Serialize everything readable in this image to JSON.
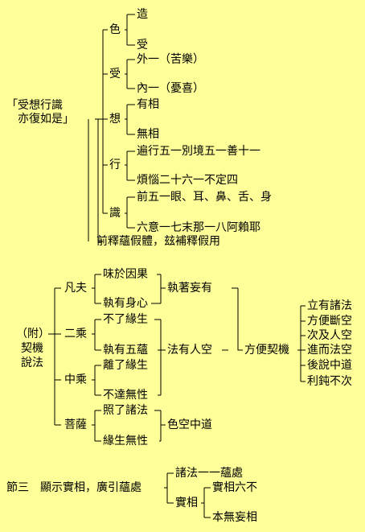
{
  "section1": {
    "root": [
      "「受想行識",
      "亦復如是」"
    ],
    "skandhas": {
      "rupa": {
        "label": "色",
        "items": [
          "造",
          "受"
        ]
      },
      "vedana": {
        "label": "受",
        "items": [
          "外一（苦樂）",
          "內一（憂喜）"
        ]
      },
      "samjna": {
        "label": "想",
        "items": [
          "有相",
          "無相"
        ]
      },
      "samskara": {
        "label": "行",
        "items": [
          "遍行五一別境五一善十一",
          "煩惱二十六一不定四"
        ]
      },
      "vijnana": {
        "label": "識",
        "items": [
          "前五一眼、耳、鼻、舌、身",
          "六意一七末那一八阿賴耶"
        ]
      }
    },
    "footer": "前釋蘊假體，玆補釋假用"
  },
  "section2": {
    "root": [
      "（附）",
      "契機",
      "說法"
    ],
    "vehicles": {
      "fanfu": {
        "label": "凡夫",
        "items": [
          "味於因果",
          "執有身心"
        ]
      },
      "erchen": {
        "label": "二乘",
        "items": [
          "不了緣生",
          "執有五蘊"
        ]
      },
      "zhongcheng": {
        "label": "中乘",
        "items": [
          "離了緣生",
          "不達無性"
        ]
      },
      "pusa": {
        "label": "菩薩",
        "items": [
          "照了諸法",
          "緣生無性"
        ]
      }
    },
    "results": {
      "attach": "執著妄有",
      "dharma": "法有人空",
      "middle": "色空中道",
      "skillful": "方便契機"
    },
    "skillful_items": [
      "立有諸法",
      "方便斷空",
      "次及人空",
      "進而法空",
      "後說中道",
      "利鈍不次"
    ]
  },
  "section3": {
    "title": "節三　顯示實相，廣引蘊處",
    "branch1": "諸法一一蘊處",
    "branch2": "實相",
    "sub_items": [
      "實相六不",
      "本無妄相"
    ]
  }
}
